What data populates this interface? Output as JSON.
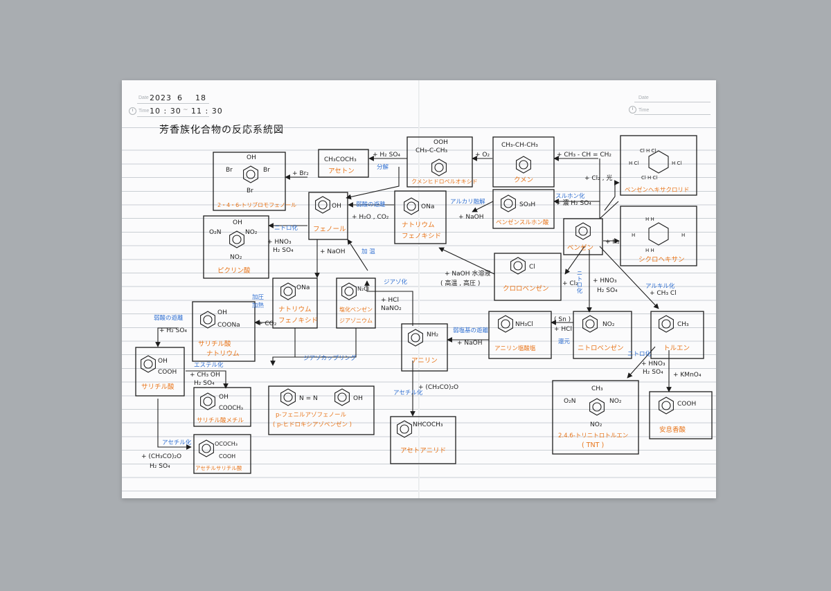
{
  "header": {
    "date_label": "Date",
    "date_year": "2023",
    "date_month": "6",
    "date_day": "18",
    "time_label": "Time",
    "time_start": "10 : 30",
    "time_sep": "~",
    "time_end": "11 : 30",
    "right_date_label": "Date",
    "right_time_label": "Time"
  },
  "title": "芳香族化合物の反応系統図",
  "compounds": {
    "acetone": {
      "formula": "CH₃COCH₃",
      "name": "アセトン"
    },
    "cumene_hydroperoxide": {
      "formula": "CH₃-C-CH₃",
      "formula_top": "OOH",
      "name": "クメンヒドロペルオキシド"
    },
    "cumene": {
      "formula": "CH₃-CH-CH₃",
      "name": "クメン"
    },
    "bhc": {
      "name": "ベンゼンヘキサクロリド"
    },
    "tribromophenol": {
      "name": "2・4・6-トリブロモフェノール",
      "sub_top": "OH",
      "sub_left": "Br",
      "sub_right": "Br",
      "sub_bottom": "Br"
    },
    "phenol": {
      "sub": "OH",
      "name": "フェノール"
    },
    "sodium_phenoxide_top": {
      "sub": "ONa",
      "name1": "ナトリウム",
      "name2": "フェノキシド"
    },
    "benzenesulfonic": {
      "sub": "SO₃H",
      "name": "ベンゼンスルホン酸"
    },
    "benzene": {
      "name": "ベンゼン"
    },
    "cyclohexane": {
      "name": "シクロヘキサン"
    },
    "picric": {
      "sub_top": "OH",
      "sub_left": "O₂N",
      "sub_right": "NO₂",
      "sub_bottom": "NO₂",
      "name": "ピクリン酸"
    },
    "chlorobenzene": {
      "sub": "Cl",
      "name": "クロロベンゼン"
    },
    "sodium_salicylate": {
      "sub1": "OH",
      "sub2": "COONa",
      "name1": "サリチル酸",
      "name2": "ナトリウム"
    },
    "sodium_phenoxide_mid": {
      "sub": "ONa",
      "name1": "ナトリウム",
      "name2": "フェノキシド"
    },
    "diazonium": {
      "sub": "N₂Cl",
      "name1": "塩化ベンゼン",
      "name2": "ジアゾニウム"
    },
    "anilinium": {
      "sub": "NH₃Cl",
      "name": "アニリン塩酸塩"
    },
    "nitrobenzene": {
      "sub": "NO₂",
      "name": "ニトロベンゼン"
    },
    "toluene": {
      "sub": "CH₃",
      "name": "トルエン"
    },
    "aniline": {
      "sub": "NH₂",
      "name": "アニリン"
    },
    "salicylic": {
      "sub1": "OH",
      "sub2": "COOH",
      "name": "サリチル酸"
    },
    "methyl_salicylate": {
      "sub1": "OH",
      "sub2": "COOCH₃",
      "name": "サリチル酸メチル"
    },
    "azo": {
      "sub_mid": "N = N",
      "sub_right": "OH",
      "name1": "p-フェニルアゾフェノール",
      "name2": "( p-ヒドロキシアゾベンゼン )"
    },
    "acetanilide": {
      "sub": "NHCOCH₃",
      "name": "アセトアニリド"
    },
    "tnt": {
      "sub_top": "CH₃",
      "sub_left": "O₂N",
      "sub_right": "NO₂",
      "sub_bottom": "NO₂",
      "name1": "2.4.6-トリニトロトルエン",
      "name2": "( TNT )"
    },
    "benzoic": {
      "sub": "COOH",
      "name": "安息香酸"
    },
    "acetylsalicylic": {
      "sub1": "OCOCH₃",
      "sub2": "COOH",
      "name": "アセチルサリチル酸"
    }
  },
  "reactions": {
    "h2so4_top": "+ H₂ SO₄",
    "bunkai": "分解",
    "plus_o2": "+ O₂",
    "plus_propene": "+ CH₃ - CH = CH₂",
    "plus_cl2_light": "+ Cl₂ , 光",
    "sulfonation": "スルホン化",
    "conc_h2so4": "+ 濃 H₂ SO₄",
    "plus_h2": "+ H₂",
    "plus_br2": "+ Br₂",
    "weak_acid_release": "弱酸の遊離",
    "plus_h2o_co2": "+ H₂O , CO₂",
    "alkali_fusion": "アルカリ融解",
    "plus_naoh_1": "+ NaOH",
    "nitration_1": "ニトロ化",
    "plus_hno3_1": "+ HNO₃",
    "plus_h2so4_1": "H₂ SO₄",
    "plus_naoh_2": "+ NaOH",
    "heating": "加 温",
    "naoh_aq": "+ NaOH 水溶液",
    "high_temp_pressure": "( 高温 , 高圧 )",
    "plus_cl2_2": "+ Cl₂",
    "nitration_2": "ニトロ化",
    "plus_hno3_2": "+ HNO₃",
    "plus_h2so4_2": "H₂ SO₄",
    "alkylation": "アルキル化",
    "plus_ch3cl": "+ CH₃ Cl",
    "pressure_heat_1": "加圧",
    "pressure_heat_2": "加熱",
    "plus_co2": "+ CO₂",
    "weak_base_release": "弱塩基の遊離",
    "plus_naoh_3": "+ NaOH",
    "sn": "( Sn )",
    "plus_hcl_1": "+ HCl",
    "reduction": "還元",
    "diazotization": "ジアゾ化",
    "plus_hcl_2": "+ HCl",
    "nano2": "NaNO₂",
    "weak_acid_release_2": "弱酸の遊離",
    "plus_h2so4_3": "+ H₂ SO₄",
    "esterification": "エステル化",
    "plus_ch3oh": "+ CH₃ OH",
    "h2so4_3b": "H₂ SO₄",
    "diazo_coupling": "ジアゾカップリング",
    "acetylation_1": "アセチル化",
    "plus_ac2o_1": "+ (CH₃CO)₂O",
    "acetylation_2": "アセチル化",
    "plus_ac2o_2": "+ (CH₃CO)₂O",
    "h2so4_4": "H₂ SO₄",
    "nitration_3": "ニトロ化",
    "plus_hno3_3": "+ HNO₃",
    "plus_h2so4_5": "H₂ SO₄",
    "plus_kmno4": "+ KMnO₄"
  },
  "colors": {
    "ink": "#1c1c1c",
    "orange": "#e8751a",
    "blue": "#2f6fd1"
  }
}
